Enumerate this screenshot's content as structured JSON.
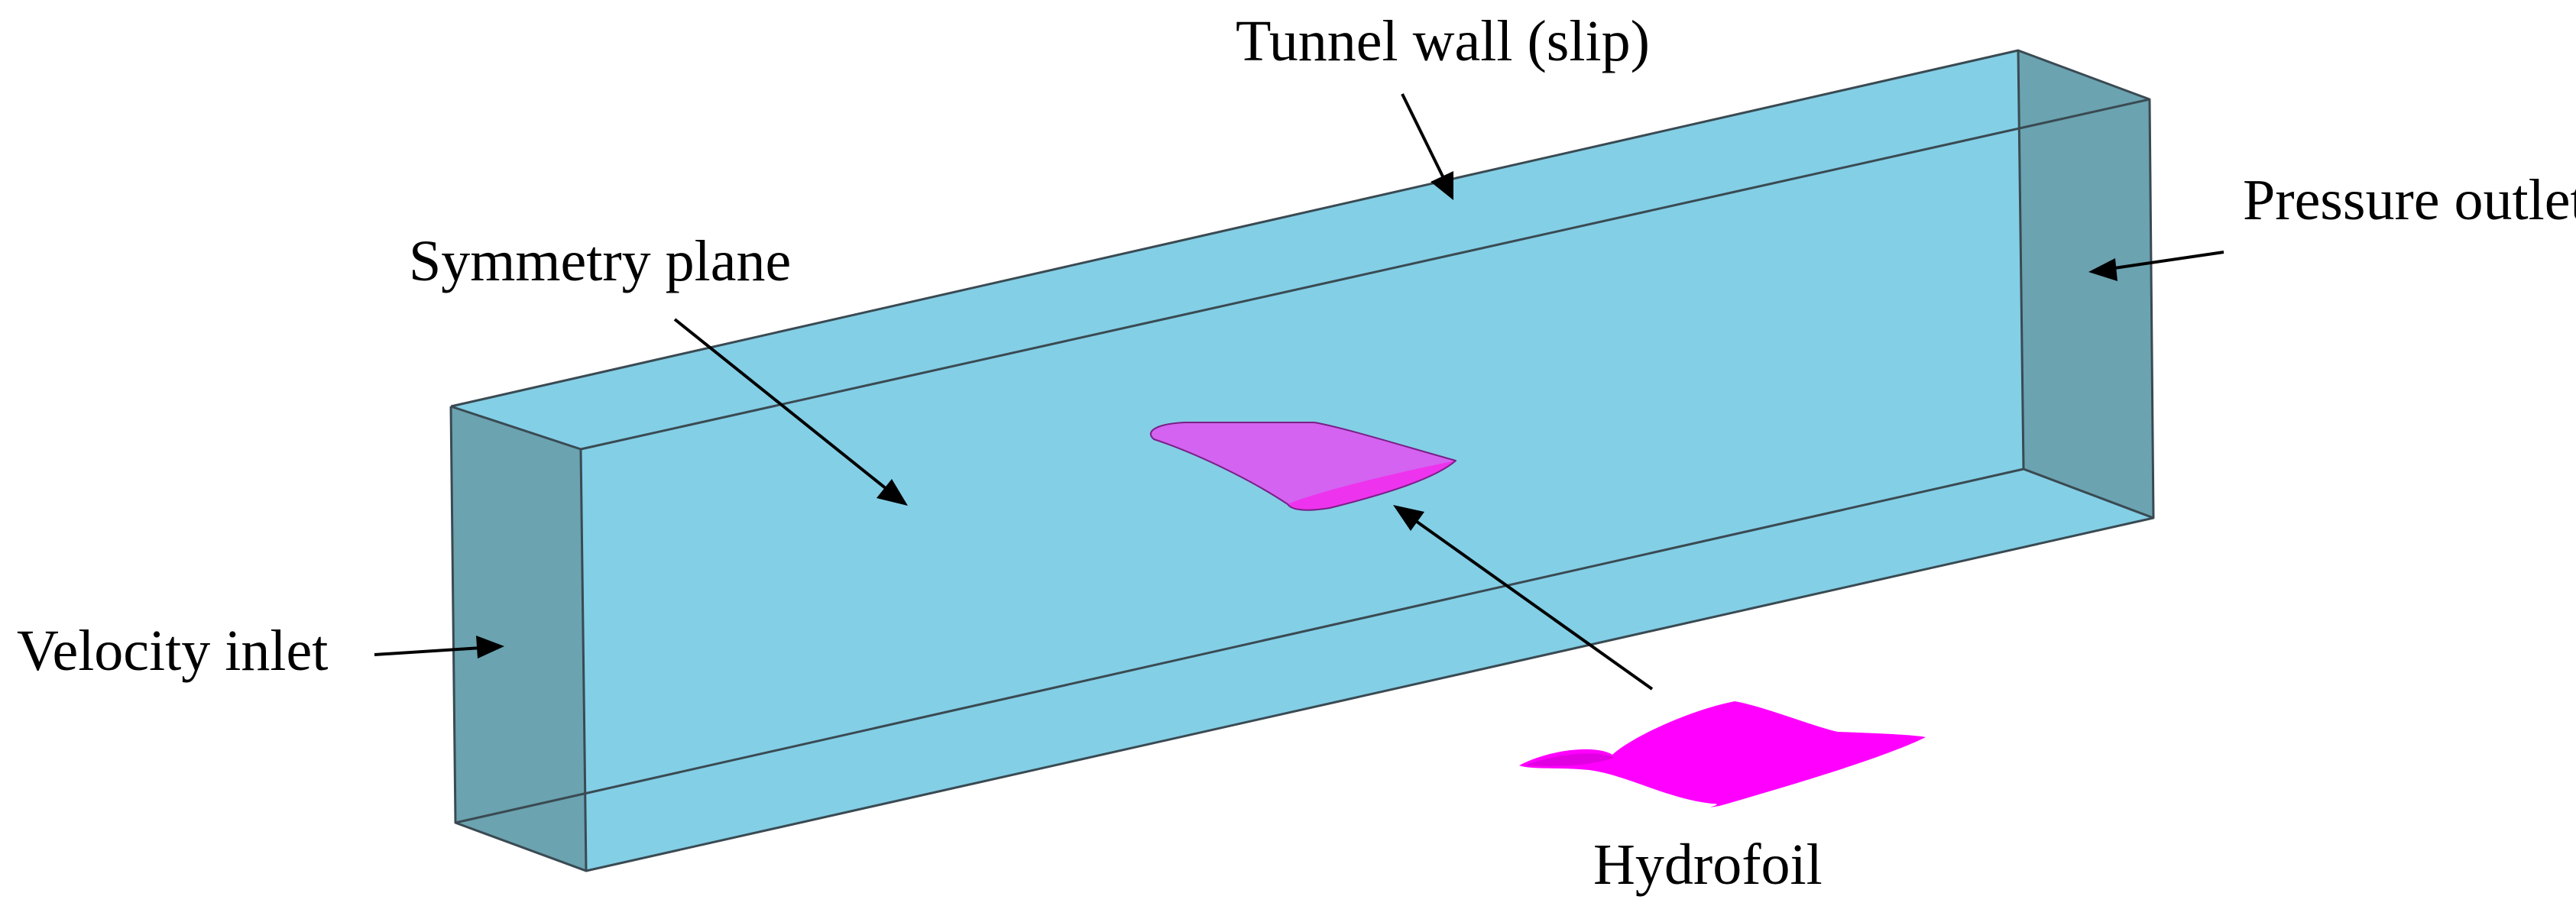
{
  "labels": {
    "tunnel_wall": "Tunnel wall (slip)",
    "pressure_outlet": "Pressure outlet",
    "symmetry_plane": "Symmetry plane",
    "velocity_inlet": "Velocity inlet",
    "hydrofoil": "Hydrofoil"
  },
  "colors": {
    "fluid_face": "#83cfe6",
    "end_face": "#6ba3b0",
    "edge": "#3a4a52",
    "hydrofoil_top": "#d363f0",
    "hydrofoil_side": "#ee33ee",
    "hydrofoil_model": "#ff00ff",
    "label_text": "#000000"
  }
}
